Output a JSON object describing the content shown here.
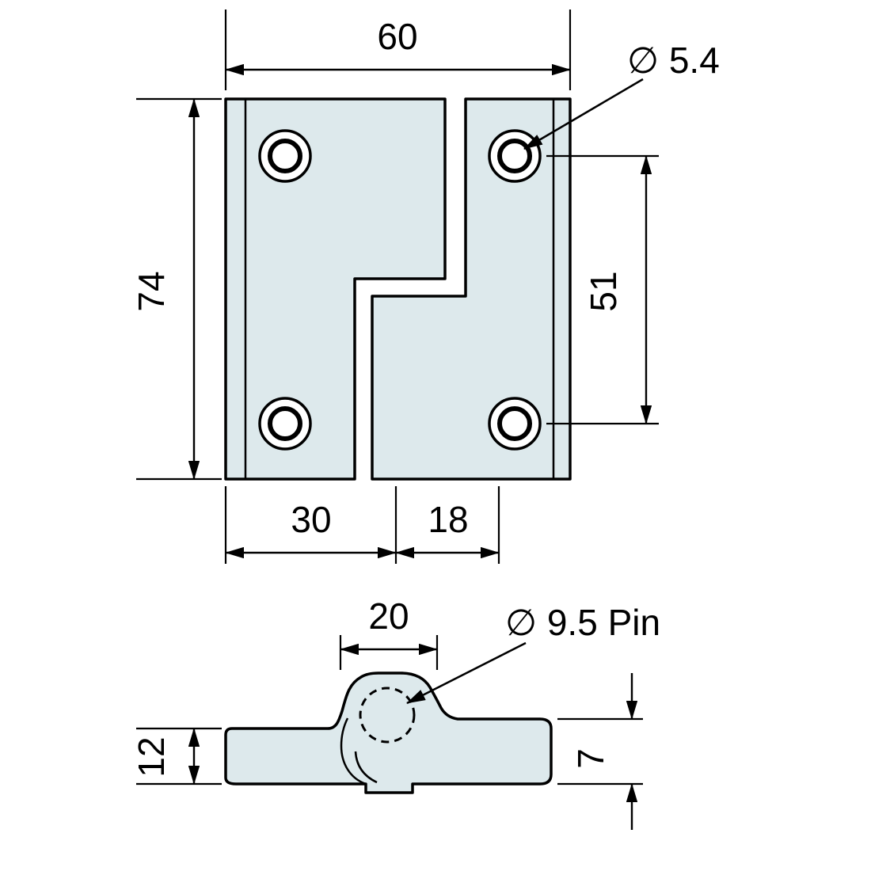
{
  "page": {
    "background": "#ffffff",
    "line_color": "#000000",
    "plate_fill": "#dde9ec"
  },
  "front_view": {
    "dim_width": "60",
    "dim_height": "74",
    "dim_hole_spacing": "51",
    "label_hole_diameter": "∅ 5.4",
    "dim_bottom_left": "30",
    "dim_bottom_right": "18"
  },
  "side_view": {
    "dim_knuckle_width": "20",
    "label_pin": "∅ 9.5 Pin",
    "dim_left_thickness": "12",
    "dim_right_thickness": "7"
  }
}
